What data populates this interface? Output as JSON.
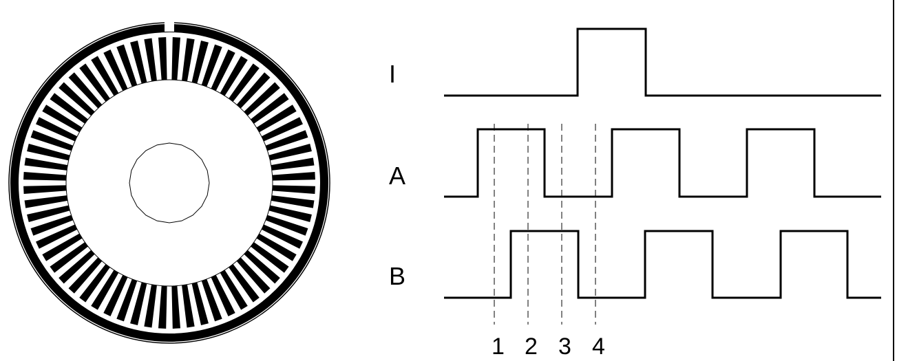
{
  "figure": {
    "title": "",
    "disk": {
      "track_slot_count": 64,
      "index_marks": 1
    },
    "signals": [
      {
        "name": "I",
        "waveform": "single-pulse"
      },
      {
        "name": "A",
        "waveform": "square"
      },
      {
        "name": "B",
        "waveform": "square-shifted-90"
      }
    ],
    "step_markers": [
      "1",
      "2",
      "3",
      "4"
    ],
    "colors": {
      "ink": "#000000",
      "paper": "#ffffff"
    }
  }
}
